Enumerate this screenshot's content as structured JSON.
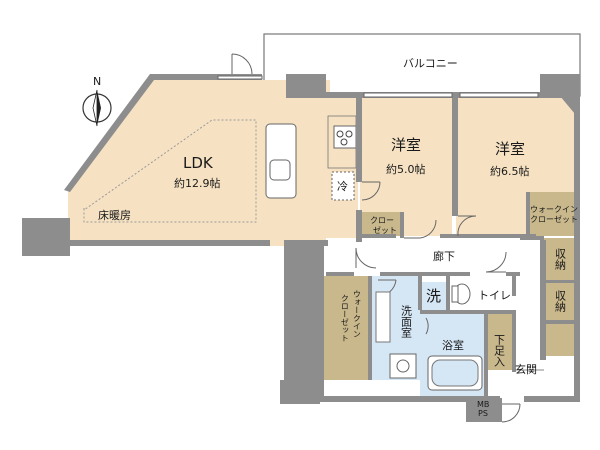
{
  "compass": {
    "north_label": "N"
  },
  "balcony": {
    "label": "バルコニー"
  },
  "ldk": {
    "name": "LDK",
    "size": "約12.9帖",
    "floor_heating": "床暖房"
  },
  "room1": {
    "name": "洋室",
    "size": "約5.0帖"
  },
  "room2": {
    "name": "洋室",
    "size": "約6.5帖"
  },
  "fridge": {
    "label": "冷"
  },
  "closet": {
    "label_line1": "クロー",
    "label_line2": "ゼット"
  },
  "wic_right": {
    "label_line1": "ウォークイン",
    "label_line2": "クローゼット"
  },
  "corridor": {
    "label": "廊下"
  },
  "storage1": {
    "label": "収納"
  },
  "storage2": {
    "label": "収納"
  },
  "wic_left": {
    "label_col1": "ウォークイン",
    "label_col2": "クローゼット"
  },
  "washer": {
    "label": "洗"
  },
  "toilet": {
    "label": "トイレ"
  },
  "washroom": {
    "label": "洗面室"
  },
  "bathroom": {
    "label": "浴室"
  },
  "shoe_storage": {
    "label": "下足入"
  },
  "entrance": {
    "label": "玄関"
  },
  "mbps": {
    "line1": "MB",
    "line2": "PS"
  },
  "colors": {
    "wall": "#8d8d8d",
    "wood": "#f6e2c3",
    "wet": "#d5e6f5",
    "closet": "#c9b88c",
    "white": "#ffffff"
  }
}
